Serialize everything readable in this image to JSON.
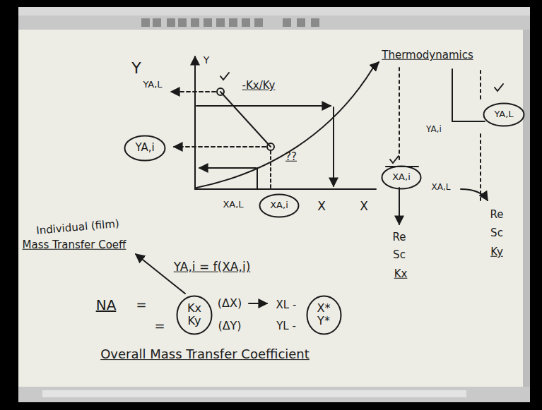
{
  "diagram": {
    "nodes": [
      {
        "text": [
          "YA,i"
        ]
      },
      {
        "text": [
          "XA,i"
        ]
      },
      {
        "text": [
          "XA,i"
        ]
      },
      {
        "text": [
          "YA,L"
        ]
      },
      {
        "text": [
          "Kx",
          "Ky"
        ]
      },
      {
        "text": [
          "X*",
          "Y*"
        ]
      }
    ],
    "labels": [
      "Y",
      "YA,L",
      "Y",
      "-Kx/Ky",
      "??",
      "Thermodynamics",
      "XA,L",
      "X",
      "X",
      "YA,i",
      "XA,L",
      "Re",
      "Sc",
      "Kx",
      "Re",
      "Sc",
      "Ky",
      "Individual (film)",
      "Mass Transfer Coeff",
      "YA,i = f(XA,i)",
      "NA",
      "=",
      "(ΔX)",
      "XL -",
      "=",
      "(ΔY)",
      "YL -",
      "Overall Mass Transfer Coefficient"
    ]
  }
}
